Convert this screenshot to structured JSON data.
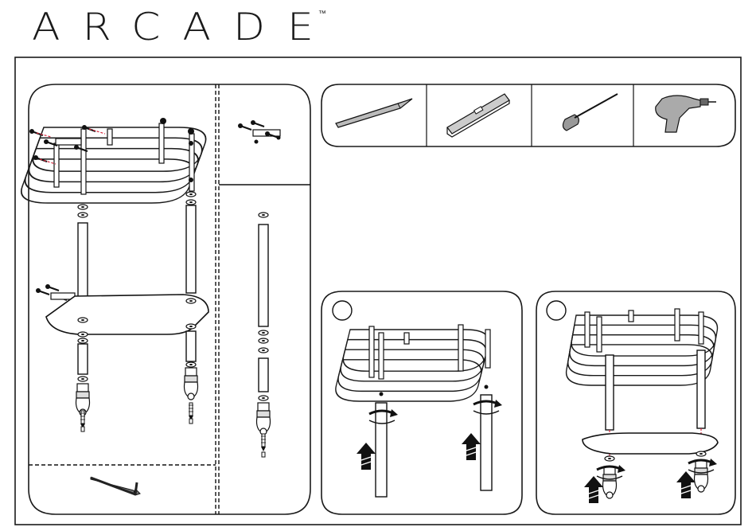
{
  "brand": {
    "name": "ARCADE",
    "trademark": "™"
  },
  "panels": {
    "tools": {
      "items": [
        {
          "icon": "pencil-icon"
        },
        {
          "icon": "spirit-level-icon"
        },
        {
          "icon": "screwdriver-icon"
        },
        {
          "icon": "power-drill-icon"
        }
      ]
    },
    "exploded_view": {
      "icon": "exploded-stand-diagram"
    },
    "fasteners": {
      "icon": "bracket-screws-icon"
    },
    "single_leg": {
      "icon": "leg-assembly-icon"
    },
    "allen_key": {
      "icon": "hex-key-icon"
    },
    "step_1": {
      "number": "",
      "icon": "attach-legs-to-top-diagram"
    },
    "step_2": {
      "number": "",
      "icon": "attach-base-diagram"
    }
  },
  "colors": {
    "line": "#1a1a1a",
    "accent_red": "#d7263d",
    "panel_fill": "#ffffff",
    "gray": "#9a9a9a"
  }
}
